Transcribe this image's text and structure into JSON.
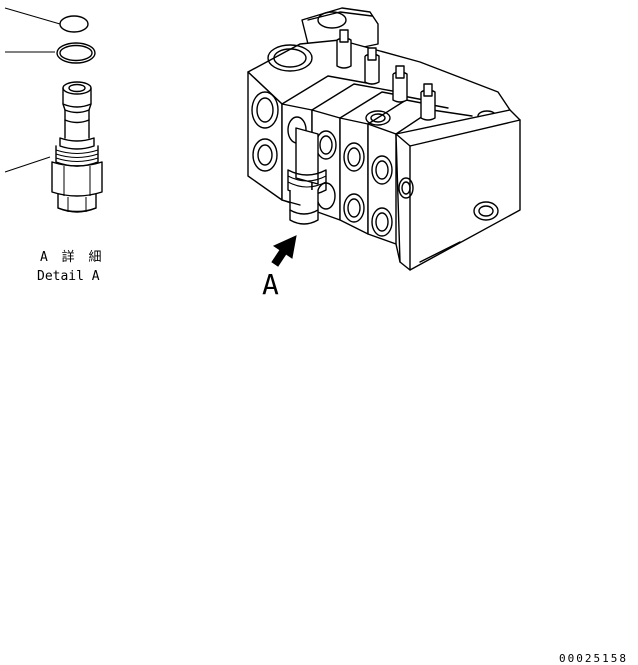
{
  "detail": {
    "label_jp": "A 詳 細",
    "label_en": "Detail A"
  },
  "view_arrow": {
    "label": "A"
  },
  "drawing_number": "00025158"
}
